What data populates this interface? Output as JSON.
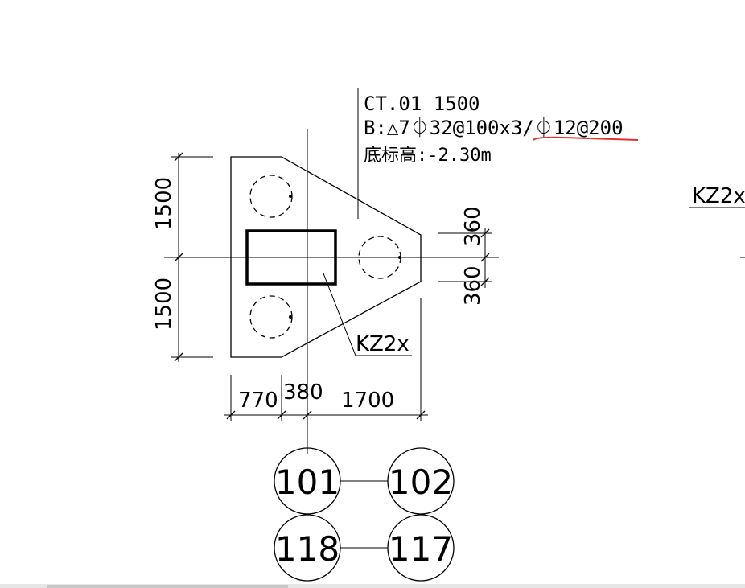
{
  "annotation": {
    "line1": "CT.01 1500",
    "line2": "B:△7⏀32@100x3/⏀12@200",
    "line3": "底标高:-2.30m"
  },
  "column_label": "KZ2x",
  "side_label": "KZ2x",
  "dims": {
    "left_top": "1500",
    "left_bottom": "1500",
    "right_top": "360",
    "right_bottom": "360",
    "bottom_a": "770",
    "bottom_b": "380",
    "bottom_c": "1700"
  },
  "grid_bubbles": [
    "101",
    "102",
    "118",
    "117"
  ],
  "colors": {
    "markup": "#e03030",
    "ink": "#000000",
    "scroll_track": "#e6e6e6"
  }
}
